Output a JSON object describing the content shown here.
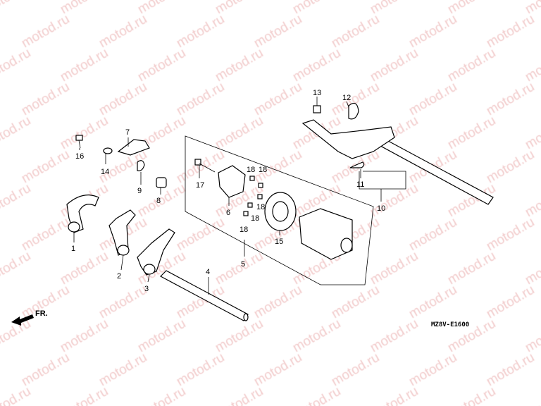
{
  "watermark": "motod.ru",
  "diagram_code": "MZ8V-E1600",
  "front_marker": {
    "label": "FR.",
    "icon": "arrow-left-icon"
  },
  "callouts": [
    {
      "id": "1",
      "label": "1"
    },
    {
      "id": "2",
      "label": "2"
    },
    {
      "id": "3",
      "label": "3"
    },
    {
      "id": "4",
      "label": "4"
    },
    {
      "id": "5",
      "label": "5"
    },
    {
      "id": "6",
      "label": "6"
    },
    {
      "id": "7",
      "label": "7"
    },
    {
      "id": "8",
      "label": "8"
    },
    {
      "id": "9",
      "label": "9"
    },
    {
      "id": "10",
      "label": "10"
    },
    {
      "id": "11",
      "label": "11"
    },
    {
      "id": "12",
      "label": "12"
    },
    {
      "id": "13",
      "label": "13"
    },
    {
      "id": "14",
      "label": "14"
    },
    {
      "id": "15",
      "label": "15"
    },
    {
      "id": "16",
      "label": "16"
    },
    {
      "id": "17",
      "label": "17"
    },
    {
      "id": "18a",
      "label": "18"
    },
    {
      "id": "18b",
      "label": "18"
    },
    {
      "id": "18c",
      "label": "18"
    },
    {
      "id": "18d",
      "label": "18"
    },
    {
      "id": "18e",
      "label": "18"
    }
  ]
}
